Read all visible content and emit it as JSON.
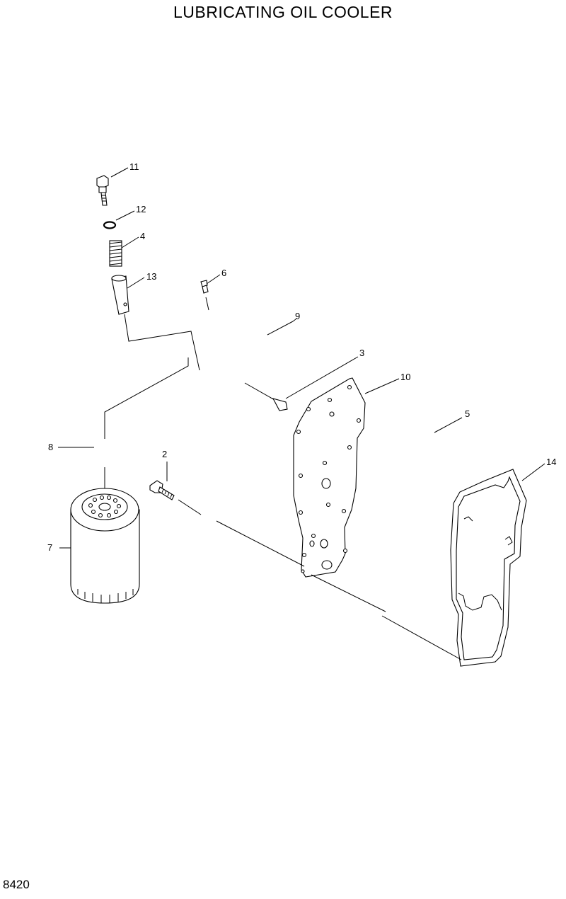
{
  "title": "LUBRICATING OIL COOLER",
  "page_code": "8420",
  "callouts": [
    "11",
    "12",
    "4",
    "13",
    "6",
    "9",
    "3",
    "10",
    "5",
    "8",
    "2",
    "7",
    "14"
  ]
}
